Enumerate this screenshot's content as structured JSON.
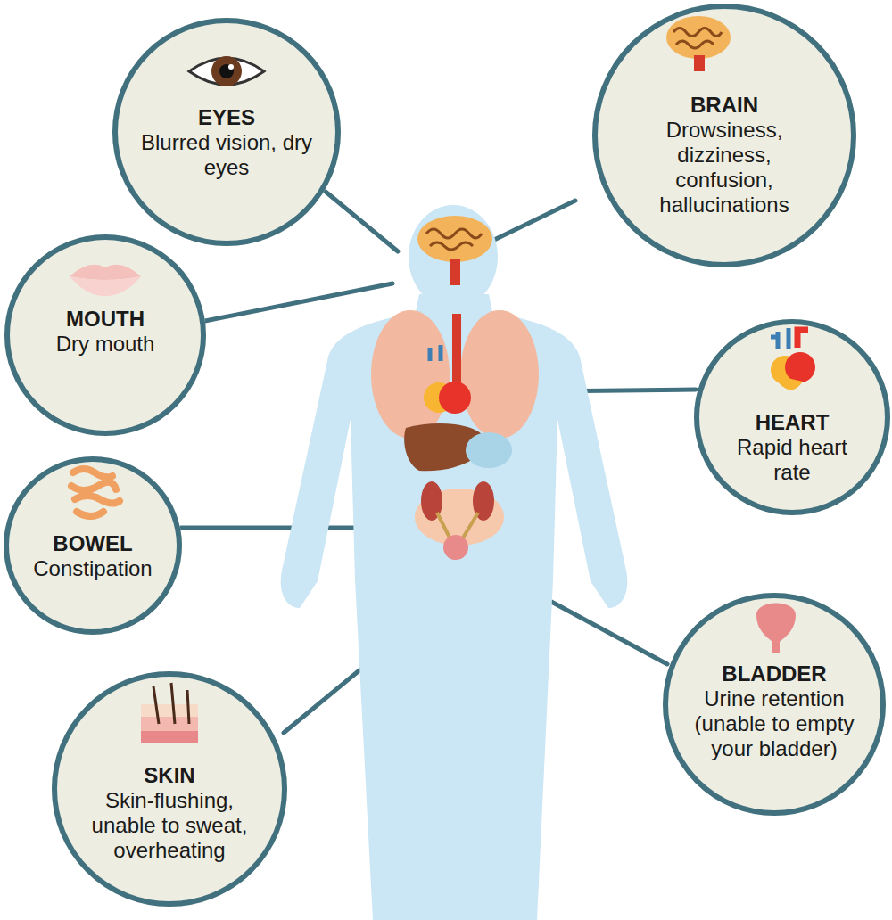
{
  "diagram": {
    "nodes": [
      {
        "text": [
          "EYES",
          "Blurred vision, dry eyes"
        ]
      },
      {
        "text": [
          "BRAIN",
          "Drowsiness, dizziness, confusion, hallucinations"
        ]
      },
      {
        "text": [
          "MOUTH",
          "Dry mouth"
        ]
      },
      {
        "text": [
          "HEART",
          "Rapid heart rate"
        ]
      },
      {
        "text": [
          "BOWEL",
          "Constipation"
        ]
      },
      {
        "text": [
          "BLADDER",
          "Urine retention (unable to empty your bladder)"
        ]
      },
      {
        "text": [
          "SKIN",
          "Skin-flushing, unable to sweat, overheating"
        ]
      }
    ]
  }
}
